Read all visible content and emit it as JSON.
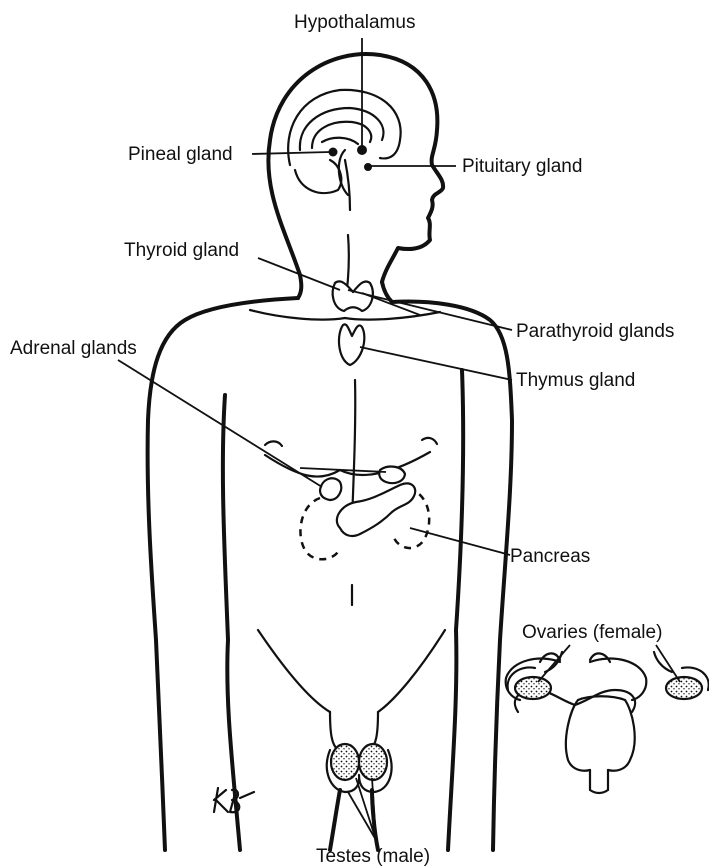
{
  "labels": {
    "hypothalamus": "Hypothalamus",
    "pineal": "Pineal gland",
    "pituitary": "Pituitary gland",
    "thyroid": "Thyroid gland",
    "parathyroid": "Parathyroid glands",
    "adrenal": "Adrenal glands",
    "thymus": "Thymus gland",
    "pancreas": "Pancreas",
    "ovaries": "Ovaries (female)",
    "testes": "Testes (male)"
  }
}
